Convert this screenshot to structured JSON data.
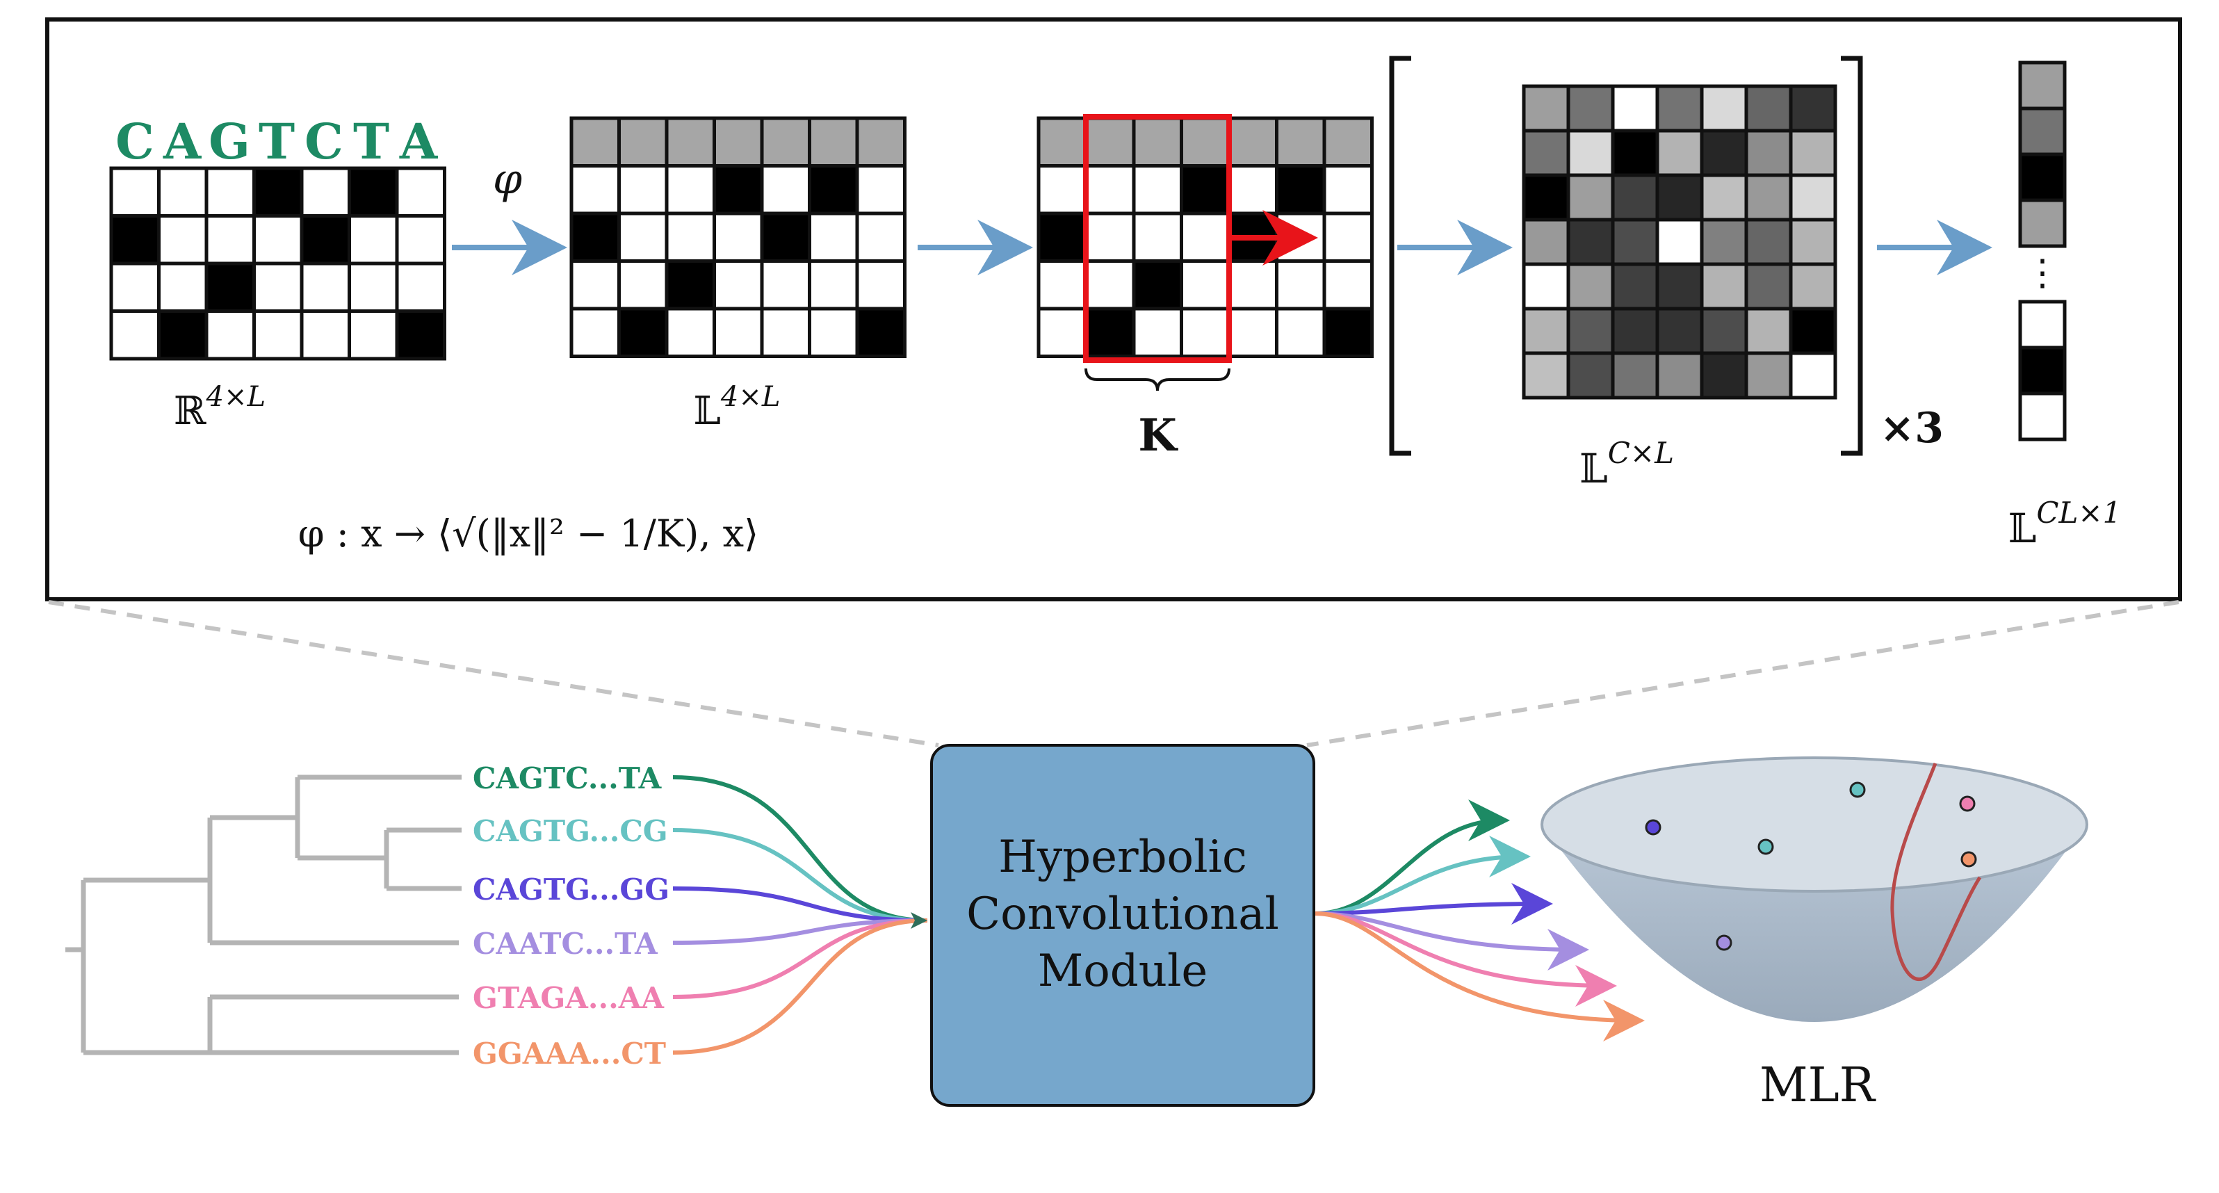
{
  "top_panel": {
    "sequence_letters": [
      "C",
      "A",
      "G",
      "T",
      "C",
      "T",
      "A"
    ],
    "sequence_color": "#1d8a64",
    "grid1_label": {
      "base": "ℝ",
      "sup": "4×L"
    },
    "grid2_label": {
      "base": "𝕃",
      "sup": "4×L"
    },
    "grid3_label": "K",
    "grid4_label": {
      "base": "𝕃",
      "sup": "C×L"
    },
    "vector_label": {
      "base": "𝕃",
      "sup": "CL×1"
    },
    "phi_symbol": "φ",
    "repeat_label": "×3",
    "formula": "φ : x → ⟨√(‖x‖² − 1/K), x⟩",
    "vertical_ellipsis": "⋮",
    "onehot": [
      [
        0,
        0,
        0,
        1,
        0,
        1,
        0
      ],
      [
        1,
        0,
        0,
        0,
        1,
        0,
        0
      ],
      [
        0,
        0,
        1,
        0,
        0,
        0,
        0
      ],
      [
        0,
        1,
        0,
        0,
        0,
        0,
        1
      ]
    ],
    "feature_map_gray": [
      [
        0.62,
        0.45,
        1.0,
        0.45,
        0.85,
        0.4,
        0.2
      ],
      [
        0.45,
        0.85,
        0.0,
        0.7,
        0.15,
        0.55,
        0.7
      ],
      [
        0.0,
        0.62,
        0.25,
        0.15,
        0.75,
        0.6,
        0.85
      ],
      [
        0.6,
        0.2,
        0.3,
        1.0,
        0.5,
        0.4,
        0.7
      ],
      [
        1.0,
        0.62,
        0.25,
        0.2,
        0.7,
        0.4,
        0.7
      ],
      [
        0.7,
        0.35,
        0.2,
        0.2,
        0.3,
        0.7,
        0.0
      ],
      [
        0.75,
        0.3,
        0.45,
        0.55,
        0.15,
        0.6,
        1.0
      ]
    ],
    "vector_top_gray": [
      0.62,
      0.45,
      0.0,
      0.62
    ],
    "vector_bottom_gray": [
      1.0,
      0.0,
      1.0
    ],
    "arrow_color": "#6a9dc9",
    "kernel_color": "#e8141a"
  },
  "tree": {
    "sequences": [
      {
        "text": "CAGTC...TA",
        "color": "#1d8a64"
      },
      {
        "text": "CAGTG...CG",
        "color": "#66c2c2"
      },
      {
        "text": "CAGTG...GG",
        "color": "#5a46d8"
      },
      {
        "text": "CAATC...TA",
        "color": "#a48ee0"
      },
      {
        "text": "GTAGA...AA",
        "color": "#ef7fb0"
      },
      {
        "text": "GGAAA...CT",
        "color": "#f2956a"
      }
    ],
    "branch_color": "#b4b4b4"
  },
  "module": {
    "lines": [
      "Hyperbolic",
      "Convolutional",
      "Module"
    ],
    "fill": "#76a7cc"
  },
  "mlr": {
    "label": "MLR",
    "points": [
      {
        "color": "#5a46d8"
      },
      {
        "color": "#66c2c2"
      },
      {
        "color": "#66c2c2"
      },
      {
        "color": "#ef7fb0"
      },
      {
        "color": "#f2956a"
      },
      {
        "color": "#a48ee0"
      }
    ],
    "boundary_color": "#b84a4a"
  }
}
